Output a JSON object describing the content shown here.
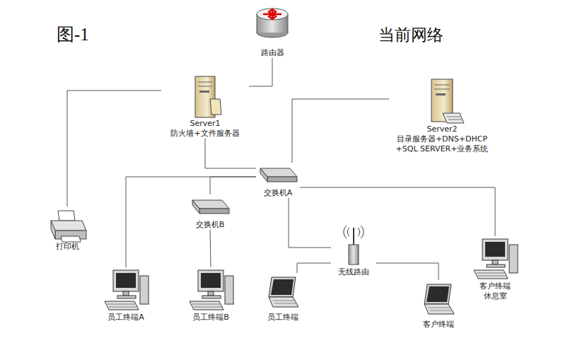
{
  "diagram": {
    "title": "当前网络",
    "nodes": [
      {
        "text": [
          "路由器"
        ]
      },
      {
        "text": [
          "Server1",
          "防火墙+文件服务器"
        ]
      },
      {
        "text": [
          "Server2",
          "目录服务器+DNS+DHCP +SQL SERVER+业务系统"
        ]
      },
      {
        "text": [
          "交换机A"
        ]
      },
      {
        "text": [
          "交换机B"
        ]
      },
      {
        "text": [
          "打印机"
        ]
      },
      {
        "text": [
          "员工终端A"
        ]
      },
      {
        "text": [
          "员工终端B"
        ]
      },
      {
        "text": [
          "员工终端"
        ]
      },
      {
        "text": [
          "无线路由"
        ]
      },
      {
        "text": [
          "客户终端"
        ]
      },
      {
        "text": [
          "客户终端 休息室"
        ]
      }
    ],
    "edges": [
      {
        "from": 0,
        "to": 1,
        "arrow": "none"
      },
      {
        "from": 1,
        "to": 5,
        "arrow": "none"
      },
      {
        "from": 1,
        "to": 3,
        "arrow": "none"
      },
      {
        "from": 2,
        "to": 3,
        "arrow": "none"
      },
      {
        "from": 3,
        "to": 6,
        "arrow": "none"
      },
      {
        "from": 3,
        "to": 4,
        "arrow": "none"
      },
      {
        "from": 4,
        "to": 7,
        "arrow": "none"
      },
      {
        "from": 3,
        "to": 9,
        "arrow": "none"
      },
      {
        "from": 3,
        "to": 11,
        "arrow": "none"
      },
      {
        "from": 9,
        "to": 8,
        "arrow": "none"
      },
      {
        "from": 9,
        "to": 10,
        "arrow": "none"
      }
    ],
    "labels": [
      "图-1"
    ]
  }
}
